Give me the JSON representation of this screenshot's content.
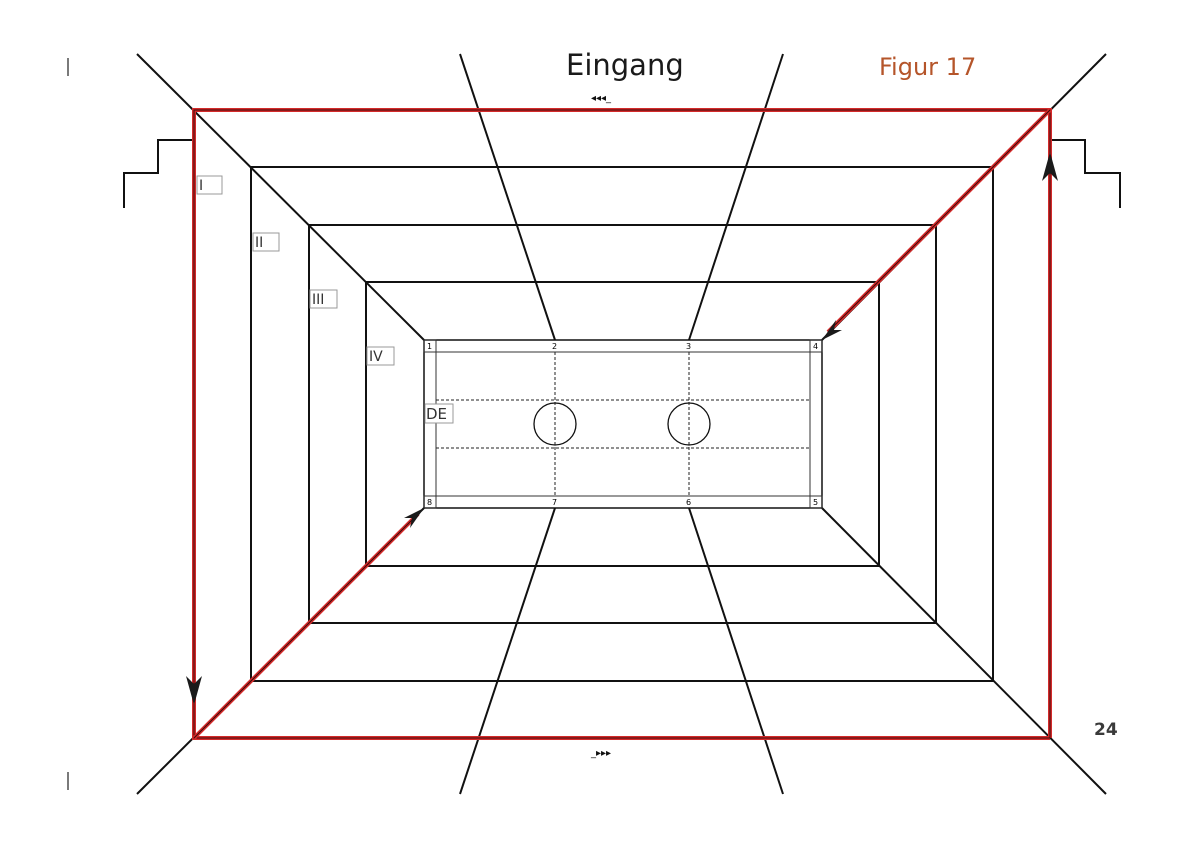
{
  "header": {
    "entrance": "Eingang",
    "figure_label": "Figur 17",
    "entrance_arrows_top": "◂◂◂_",
    "entrance_arrows_bottom": "_▸▸▸"
  },
  "page_number": "24",
  "sections": [
    "I",
    "II",
    "III",
    "IV"
  ],
  "court": {
    "label": "DE",
    "positions": [
      "1",
      "2",
      "3",
      "4",
      "5",
      "6",
      "7",
      "8"
    ]
  },
  "colors": {
    "route": "#d42a2a",
    "lines": "#111111",
    "figure_label": "#b5552a"
  },
  "icons": {
    "route_arrow": "arrowhead-icon",
    "staircase": "staircase-icon"
  }
}
